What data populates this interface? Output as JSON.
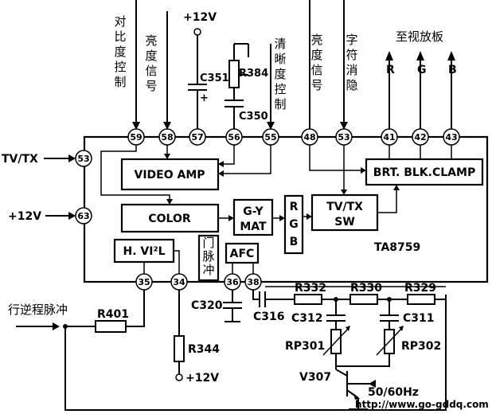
{
  "inputs": {
    "contrast": "对比度控制",
    "brightness_signal_left": "亮度信号",
    "vcc_top": "+12V",
    "sharpness": "清晰度控制",
    "brightness_signal_right": "亮度信号",
    "char_blanking": "字符消隐"
  },
  "outputs": {
    "to_video_board": "至视放板",
    "r": "R",
    "g": "G",
    "b": "B"
  },
  "left_inputs": {
    "tv_tx": "TV/TX",
    "vcc_left": "+12V"
  },
  "blocks": {
    "video_amp": "VIDEO AMP",
    "color": "COLOR",
    "gy_mat_line1": "G-Y",
    "gy_mat_line2": "MAT",
    "rgb_r": "R",
    "rgb_g": "G",
    "rgb_b": "B",
    "tvtx_sw_line1": "TV/TX",
    "tvtx_sw_line2": "SW",
    "brt_blk_clamp": "BRT. BLK.CLAMP",
    "hvi2l": "H. VI²L",
    "gate_pulse_1": "门",
    "gate_pulse_2": "脉",
    "gate_pulse_3": "冲",
    "afc": "AFC",
    "ic_name": "TA8759"
  },
  "pins": [
    "59",
    "58",
    "57",
    "56",
    "55",
    "48",
    "53",
    "41",
    "42",
    "43",
    "53",
    "63",
    "35",
    "34",
    "36",
    "38"
  ],
  "components": {
    "c351": "C351",
    "r384": "R384",
    "c350": "C350",
    "plus": "+",
    "c320": "C320",
    "c316": "C316",
    "r332": "R332",
    "r330": "R330",
    "r329": "R329",
    "c312": "C312",
    "c311": "C311",
    "rp301": "RP301",
    "rp302": "RP302",
    "v307": "V307",
    "r401": "R401",
    "r344": "R344",
    "vcc_bottom": "+12V",
    "freq": "50/60Hz",
    "flyback_pulse": "行逆程脉冲"
  },
  "footer": {
    "url": "http://www.go-gddq.com"
  }
}
